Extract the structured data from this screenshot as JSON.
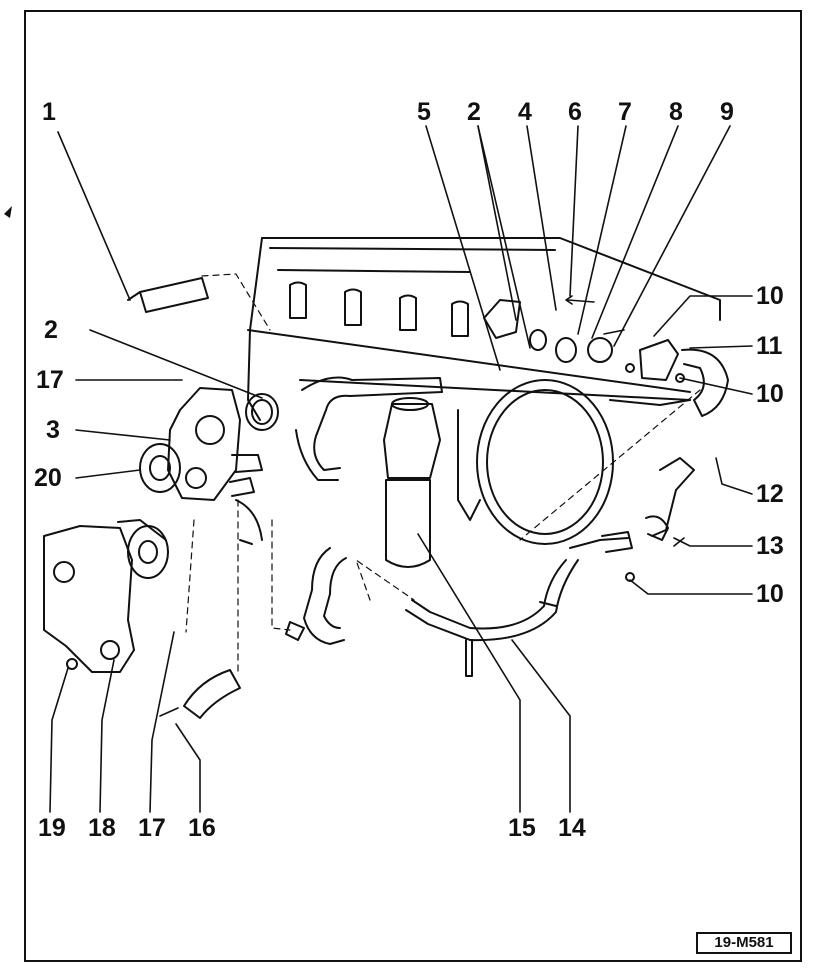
{
  "callouts": {
    "c1": "1",
    "c2a": "2",
    "c2b": "2",
    "c3": "3",
    "c4": "4",
    "c5": "5",
    "c6": "6",
    "c7": "7",
    "c8": "8",
    "c9": "9",
    "c10a": "10",
    "c10b": "10",
    "c10c": "10",
    "c11": "11",
    "c12": "12",
    "c13": "13",
    "c14": "14",
    "c15": "15",
    "c16": "16",
    "c17a": "17",
    "c17b": "17",
    "c18": "18",
    "c19": "19",
    "c20": "20"
  },
  "reference_code": "19-M581"
}
